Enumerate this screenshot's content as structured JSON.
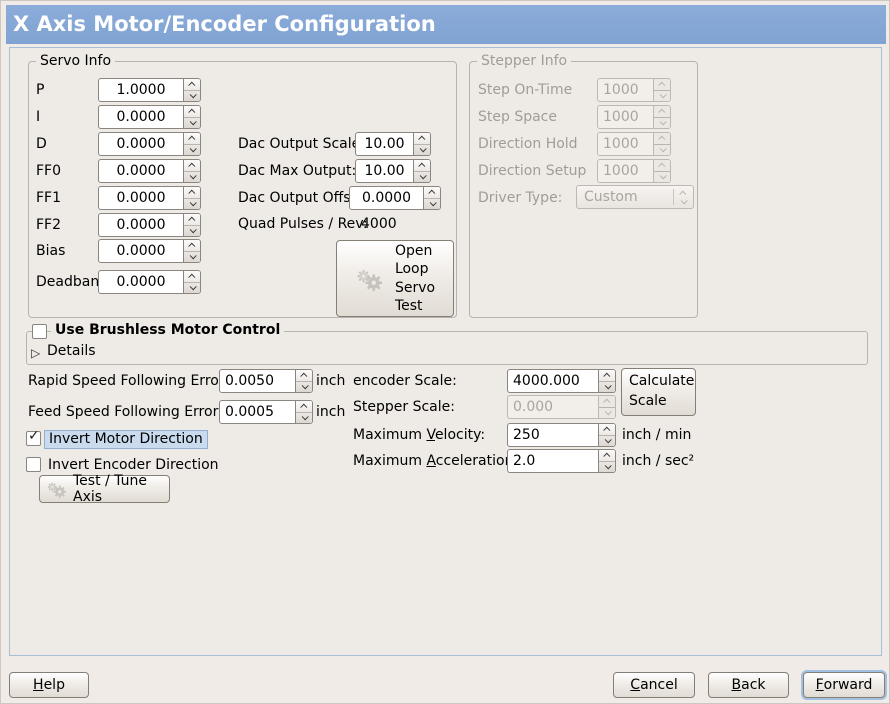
{
  "title": "X Axis Motor/Encoder Configuration",
  "icons": {
    "open_loop_button_icon": "gears-icon",
    "test_tune_button_icon": "gears-icon",
    "details_expander_icon": "triangle-right-icon",
    "spinbox_icons": "chevron-up-down-icons"
  },
  "colors": {
    "banner_blue": "#84a8d7",
    "page_border_blue": "#a7bed9",
    "focus_ring_blue": "#a2c0e2",
    "selected_label_highlight": "#cbdbee",
    "disabled_text": "#a29c94"
  },
  "servo": {
    "legend": "Servo Info",
    "rows": [
      {
        "label": "P",
        "value": "1.0000"
      },
      {
        "label": "I",
        "value": "0.0000"
      },
      {
        "label": "D",
        "value": "0.0000"
      },
      {
        "label": "FF0",
        "value": "0.0000"
      },
      {
        "label": "FF1",
        "value": "0.0000"
      },
      {
        "label": "FF2",
        "value": "0.0000"
      },
      {
        "label": "Bias",
        "value": "0.0000"
      },
      {
        "label": "Deadband",
        "value": "0.0000"
      }
    ],
    "dac": [
      {
        "label": "Dac Output Scale:",
        "value": "10.00"
      },
      {
        "label": "Dac Max Output:",
        "value": "10.00"
      },
      {
        "label": "Dac Output Offset:",
        "value": "0.0000"
      }
    ],
    "quad_label": "Quad Pulses / Rev:",
    "quad_value": "4000",
    "open_loop_button": "Open\nLoop\nServo\nTest"
  },
  "stepper": {
    "legend": "Stepper Info",
    "rows": [
      {
        "label": "Step On-Time",
        "value": "1000"
      },
      {
        "label": "Step Space",
        "value": "1000"
      },
      {
        "label": "Direction Hold",
        "value": "1000"
      },
      {
        "label": "Direction Setup",
        "value": "1000"
      }
    ],
    "driver_label": "Driver Type:",
    "driver_value": "Custom"
  },
  "brushless": {
    "checkbox_label": "Use Brushless Motor Control",
    "details": "Details"
  },
  "errors": {
    "rapid_label": "Rapid Speed Following Error:",
    "rapid_value": "0.0050",
    "rapid_unit": "inch",
    "feed_label": "Feed Speed Following Error:",
    "feed_value": "0.0005",
    "feed_unit": "inch"
  },
  "options": {
    "invert_motor": "Invert Motor Direction",
    "invert_encoder": "Invert Encoder Direction",
    "test_tune": "Test / Tune Axis"
  },
  "scaling": {
    "encoder_label": "encoder Scale:",
    "encoder_value": "4000.000",
    "calc_button": "Calculate\nScale",
    "stepper_label": "Stepper Scale:",
    "stepper_value": "0.000",
    "velocity_label": "Maximum Velocity:",
    "velocity_value": "250",
    "velocity_unit": "inch / min",
    "accel_label": "Maximum Acceleration:",
    "accel_value": "2.0",
    "accel_unit": "inch / sec²"
  },
  "actions": {
    "help": "Help",
    "cancel": "Cancel",
    "back": "Back",
    "forward": "Forward"
  }
}
